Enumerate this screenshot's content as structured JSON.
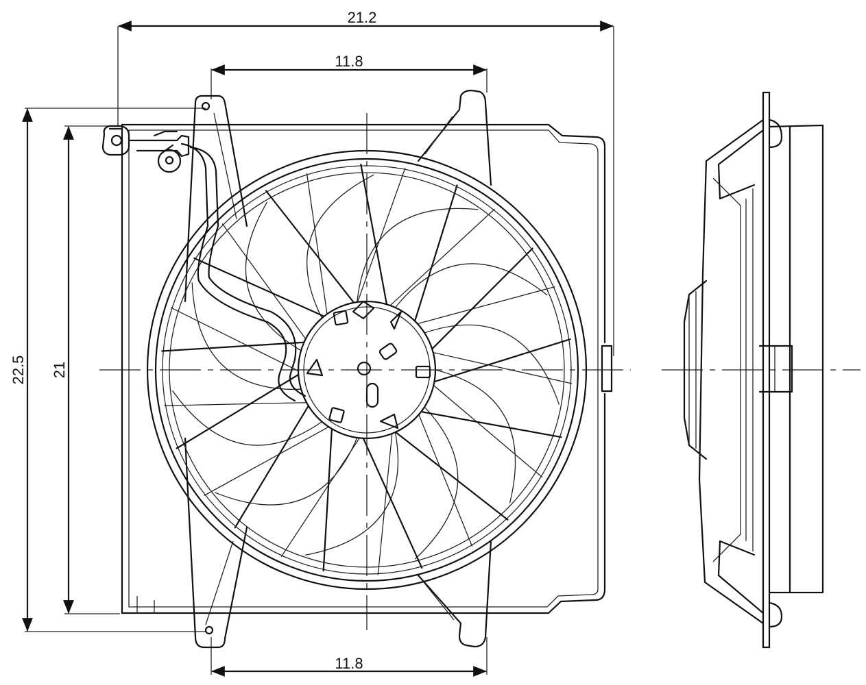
{
  "dimensions": {
    "overall_width": "21.2",
    "mount_span_top": "11.8",
    "mount_span_bottom": "11.8",
    "overall_height": "22.5",
    "shroud_height": "21"
  },
  "views": [
    "front",
    "side"
  ],
  "colors": {
    "line": "#111111",
    "background": "#ffffff"
  }
}
